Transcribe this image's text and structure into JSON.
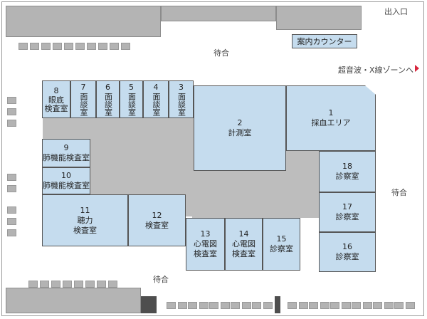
{
  "labels": {
    "exit": "出入口",
    "waiting_top": "待合",
    "waiting_right": "待合",
    "waiting_bottom": "待合",
    "ultrasound": "超音波・X線ゾーンへ",
    "counter": "案内カウンター"
  },
  "rooms": {
    "r1": {
      "num": "1",
      "label": "採血エリア"
    },
    "r2": {
      "num": "2",
      "label": "計測室"
    },
    "r3": {
      "num": "3",
      "label": "面談室"
    },
    "r4": {
      "num": "4",
      "label": "面談室"
    },
    "r5": {
      "num": "5",
      "label": "面談室"
    },
    "r6": {
      "num": "6",
      "label": "面談室"
    },
    "r7": {
      "num": "7",
      "label": "面談室"
    },
    "r8": {
      "num": "8",
      "label": "眼底\n検査室"
    },
    "r9": {
      "num": "9",
      "label": "肺機能検査室"
    },
    "r10": {
      "num": "10",
      "label": "肺機能検査室"
    },
    "r11": {
      "num": "11",
      "label": "聴力\n検査室"
    },
    "r12": {
      "num": "12",
      "label": "検査室"
    },
    "r13": {
      "num": "13",
      "label": "心電図\n検査室"
    },
    "r14": {
      "num": "14",
      "label": "心電図\n検査室"
    },
    "r15": {
      "num": "15",
      "label": "診察室"
    },
    "r16": {
      "num": "16",
      "label": "診察室"
    },
    "r17": {
      "num": "17",
      "label": "診察室"
    },
    "r18": {
      "num": "18",
      "label": "診察室"
    }
  },
  "colors": {
    "room": "#c5dcee",
    "wall": "#b4b4b4",
    "arrow": "#d7263d"
  }
}
